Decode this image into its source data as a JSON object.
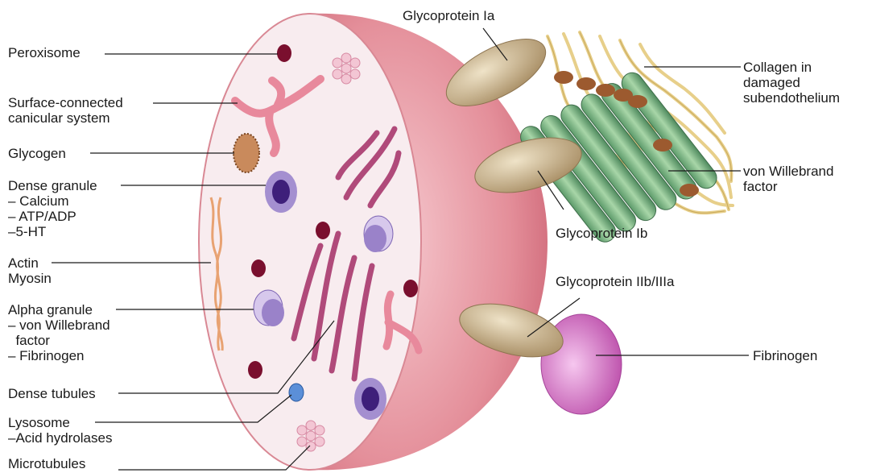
{
  "labels": {
    "peroxisome": "Peroxisome",
    "surface_connected": [
      "Surface-connected",
      "canicular system"
    ],
    "glycogen": "Glycogen",
    "dense_granule": [
      "Dense granule",
      "– Calcium",
      "– ATP/ADP",
      "–5-HT"
    ],
    "actin_myosin": [
      "Actin",
      "Myosin"
    ],
    "alpha_granule": [
      "Alpha granule",
      "– von Willebrand",
      "  factor",
      "– Fibrinogen"
    ],
    "dense_tubules": "Dense tubules",
    "lysosome": [
      "Lysosome",
      "–Acid hydrolases"
    ],
    "microtubules": "Microtubules",
    "gp_ia": "Glycoprotein Ia",
    "collagen": [
      "Collagen in",
      "damaged",
      "subendothelium"
    ],
    "vwf": [
      "von Willebrand",
      "factor"
    ],
    "gp_ib": "Glycoprotein Ib",
    "gp_iib_iiia": "Glycoprotein IIb/IIIa",
    "fibrinogen": "Fibrinogen"
  },
  "colors": {
    "cell_body": "#e8a0a8",
    "cell_face": "#f7eaee",
    "organelle_magenta": "#b04a7a",
    "dense_granule": "#3e1f7a",
    "alpha_granule": "#a890cc",
    "glycoprotein": "#c9b38e",
    "vwf_green": "#7fb58a",
    "collagen": "#f0dca0",
    "fibrinogen": "#c063b3"
  }
}
